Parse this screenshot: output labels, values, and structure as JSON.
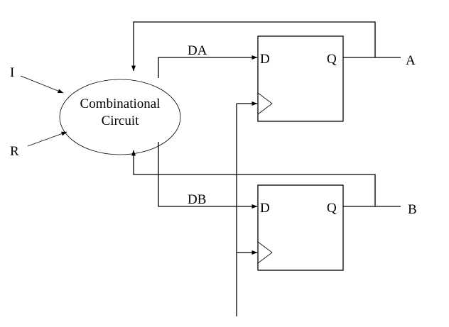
{
  "diagram": {
    "type": "sequential-circuit-block-diagram",
    "combinational_block": {
      "line1": "Combinational",
      "line2": "Circuit"
    },
    "inputs": [
      "I",
      "R"
    ],
    "flip_flops": [
      {
        "id": "A",
        "d_label": "D",
        "q_label": "Q",
        "input_signal": "DA",
        "output": "A"
      },
      {
        "id": "B",
        "d_label": "D",
        "q_label": "Q",
        "input_signal": "DB",
        "output": "B"
      }
    ],
    "labels": {
      "input_i": "I",
      "input_r": "R",
      "signal_da": "DA",
      "signal_db": "DB",
      "output_a": "A",
      "output_b": "B"
    }
  }
}
